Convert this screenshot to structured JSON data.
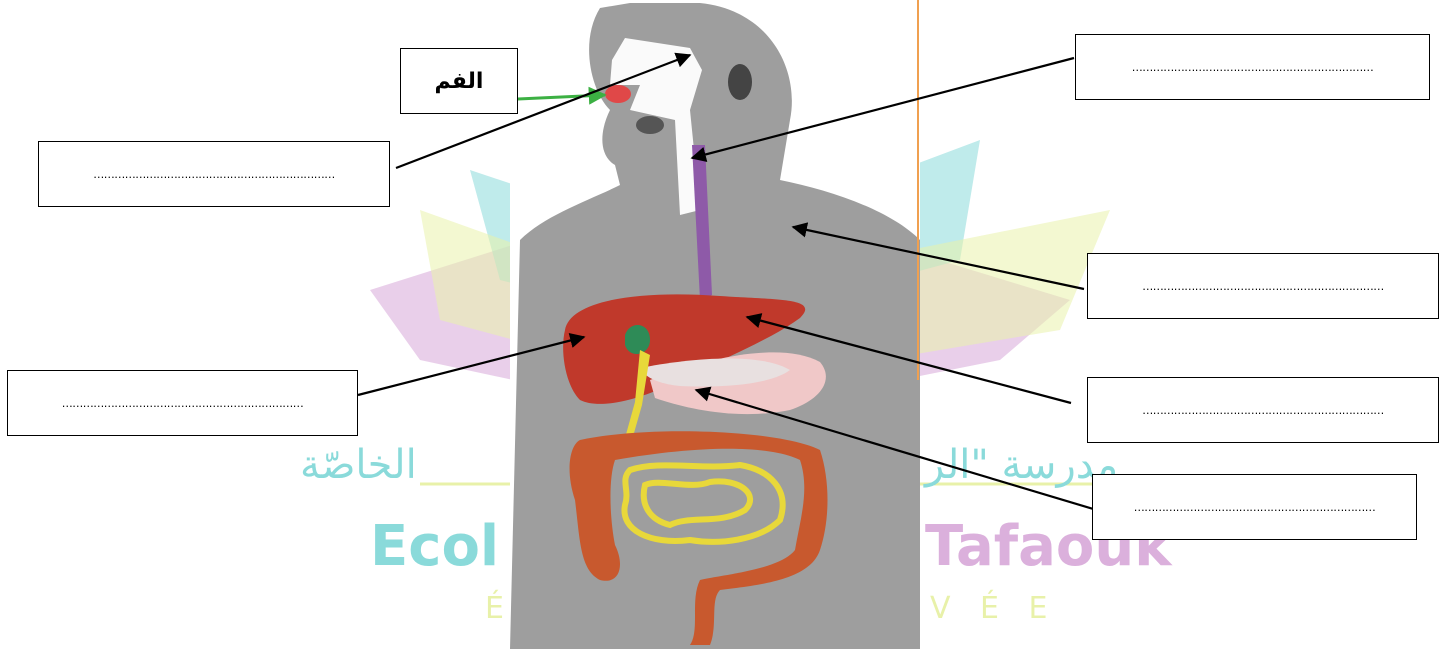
{
  "watermark": {
    "arabic_left": "الخاصّة",
    "arabic_right": "مدرسة \"الر",
    "latin_left": "Ecol",
    "latin_right": "Tafaouk",
    "sub_left": "É",
    "sub_right": "V É E",
    "colors": {
      "teal": "#7dd6d6",
      "purple": "#d7a7d8",
      "lime": "#e6f0a0"
    }
  },
  "labels": {
    "mouth": "الفم",
    "blank_top_left": "……………………………………………………………",
    "blank_mid_left": "……………………………………………………………",
    "blank_top_right": "……………………………………………………………",
    "blank_right_2": "……………………………………………………………",
    "blank_right_3": "……………………………………………………………",
    "blank_right_4": "……………………………………………………………"
  },
  "colors": {
    "body": "#9e9e9e",
    "liver": "#c0392b",
    "gallbladder": "#2e8b57",
    "stomach": "#f0c8c8",
    "intestine_large": "#c8592e",
    "intestine_small": "#e8d83a",
    "esophagus": "#8e5aa8",
    "mouth_spot": "#e04848",
    "arrow": "#000000",
    "mouth_arrow": "#3cb043"
  }
}
